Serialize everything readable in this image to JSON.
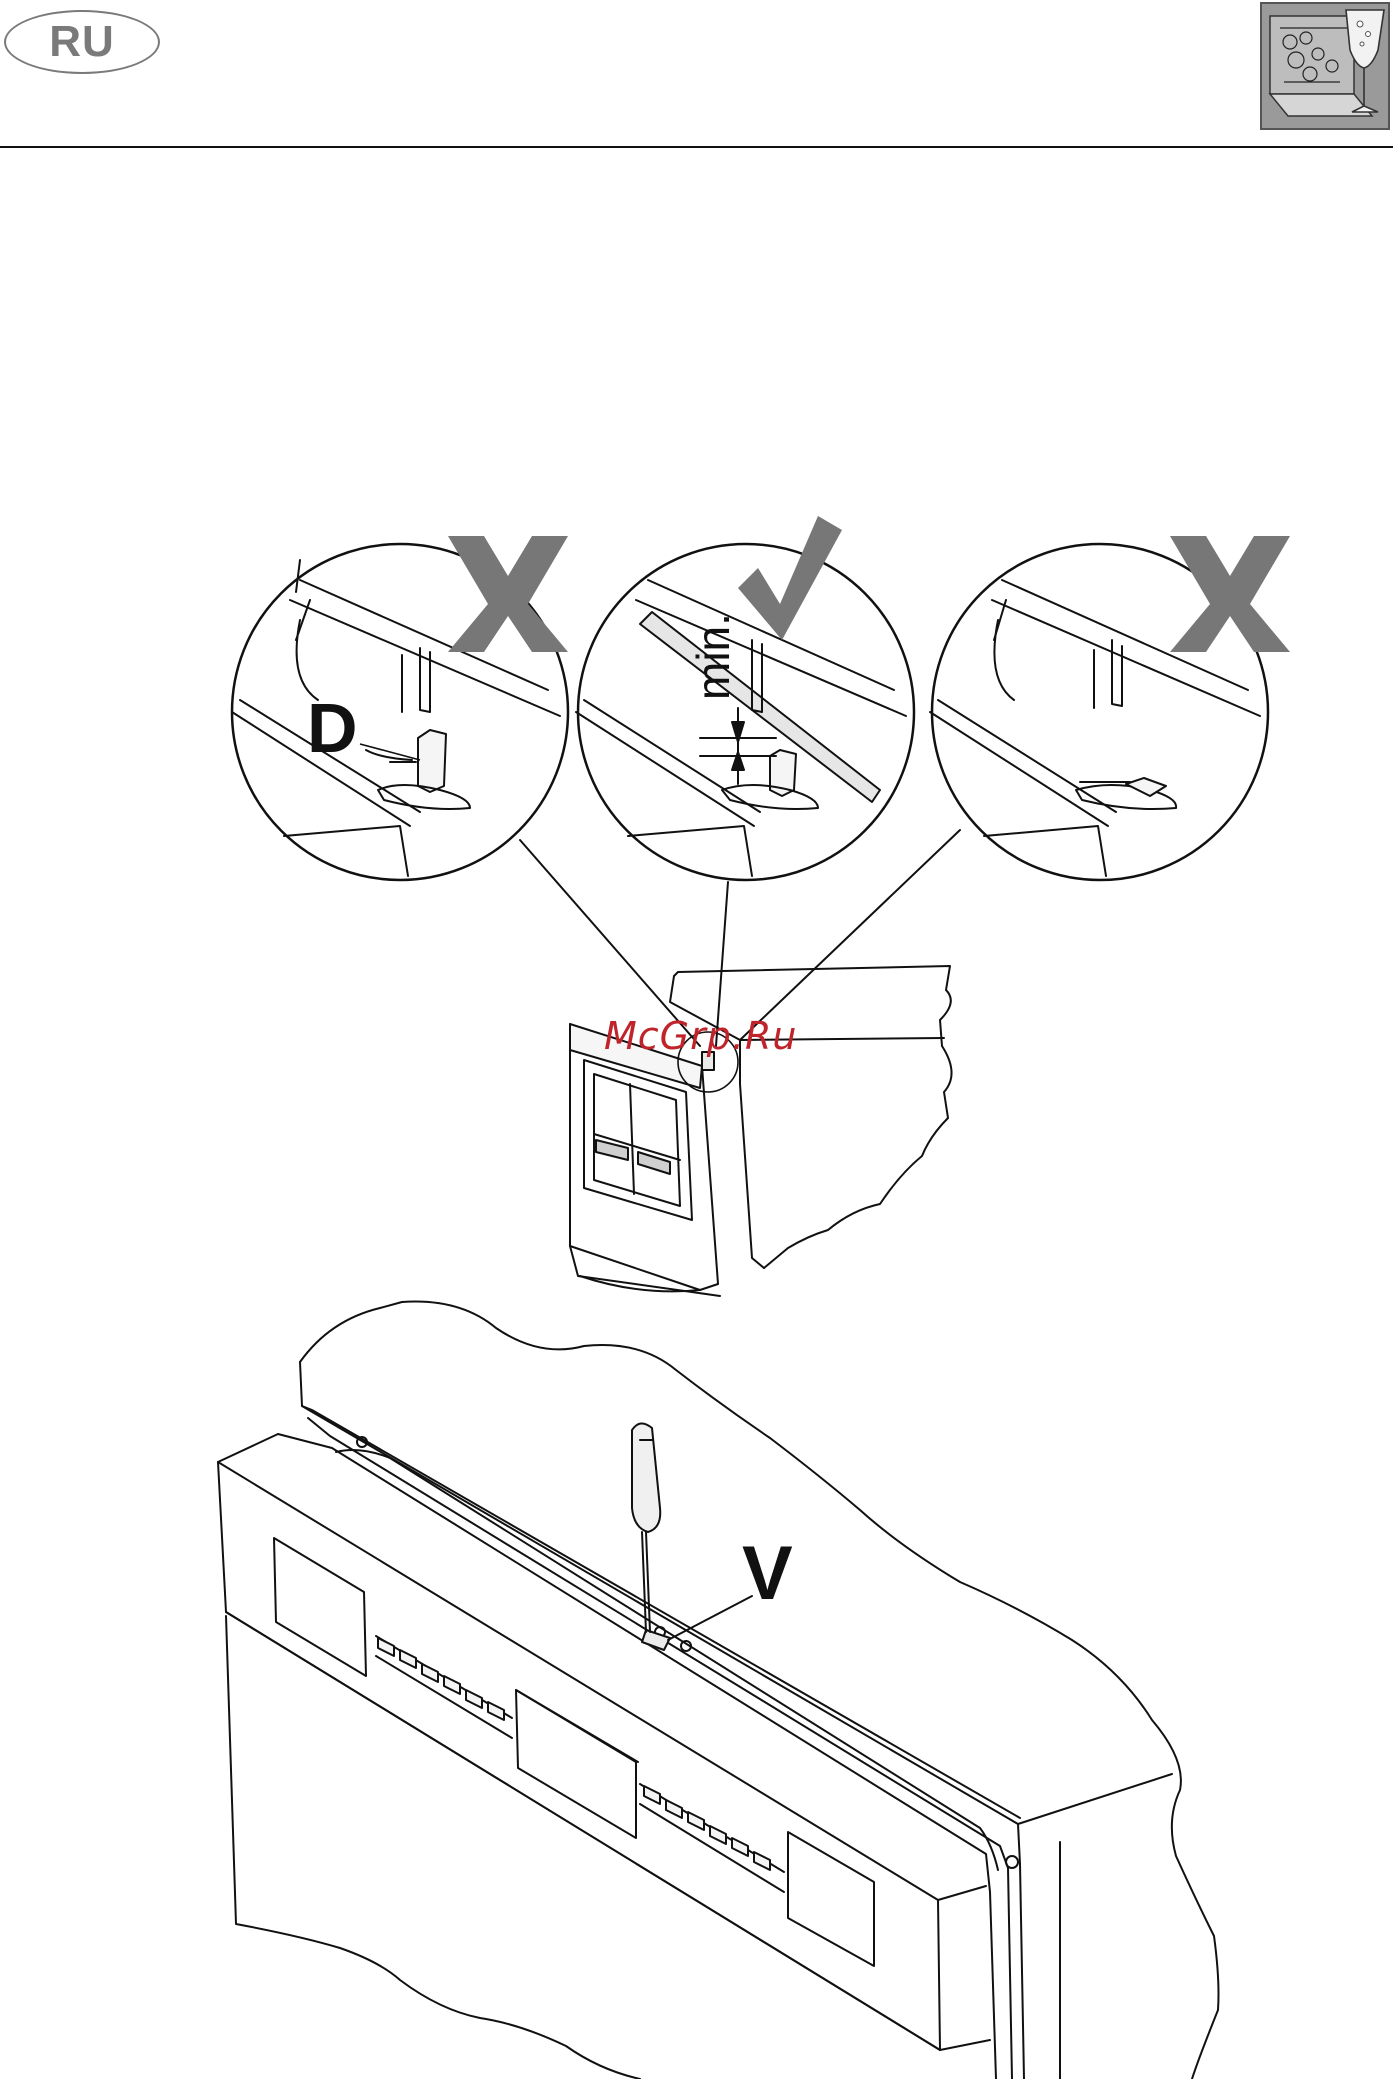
{
  "header": {
    "language_code": "RU",
    "thumbnail_icon": "dishwasher-with-glass-icon"
  },
  "figure": {
    "label_d": "D",
    "label_min": "min.",
    "label_v": "V",
    "mark_wrong": "cross-mark-icon",
    "mark_correct": "check-mark-icon"
  },
  "watermark": "McGrp.Ru",
  "colors": {
    "badge_gray": "#7a7a7a",
    "mark_gray": "#777777",
    "line": "#111111",
    "watermark_red": "#c0242b"
  }
}
